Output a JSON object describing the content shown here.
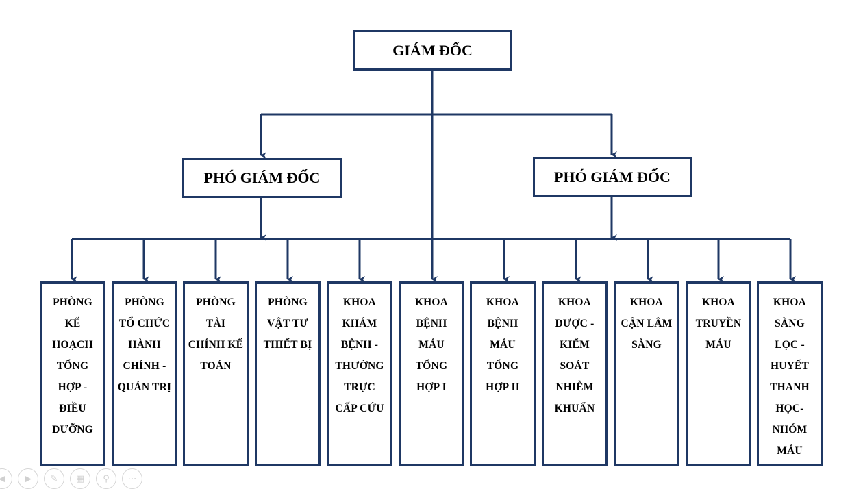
{
  "director": {
    "label": "GIÁM ĐỐC"
  },
  "deputies": [
    {
      "label": "PHÓ GIÁM ĐỐC"
    },
    {
      "label": "PHÓ GIÁM ĐỐC"
    }
  ],
  "departments": [
    {
      "label": "PHÒNG KẾ HOẠCH TỔNG HỢP - ĐIỀU DƯỠNG"
    },
    {
      "label": "PHÒNG TỔ CHỨC HÀNH CHÍNH - QUẢN TRỊ"
    },
    {
      "label": "PHÒNG TÀI CHÍNH KẾ TOÁN"
    },
    {
      "label": "PHÒNG VẬT TƯ THIẾT BỊ"
    },
    {
      "label": "KHOA KHÁM BỆNH - THƯỜNG TRỰC CẤP CỨU"
    },
    {
      "label": "KHOA BỆNH MÁU TỔNG HỢP I"
    },
    {
      "label": "KHOA BỆNH MÁU TỔNG HỢP II"
    },
    {
      "label": "KHOA DƯỢC - KIỂM SOÁT NHIỄM KHUẨN"
    },
    {
      "label": "KHOA CẬN LÂM SÀNG"
    },
    {
      "label": "KHOA TRUYỀN MÁU"
    },
    {
      "label": "KHOA SÀNG LỌC - HUYẾT THANH HỌC- NHÓM MÁU"
    }
  ],
  "colors": {
    "line": "#1f3864",
    "box_border": "#1f3864",
    "toolbar_icon": "#d0d0d0"
  },
  "toolbar": {
    "icons": [
      "previous-icon",
      "next-icon",
      "pen-icon",
      "slides-icon",
      "zoom-icon",
      "more-icon"
    ]
  }
}
